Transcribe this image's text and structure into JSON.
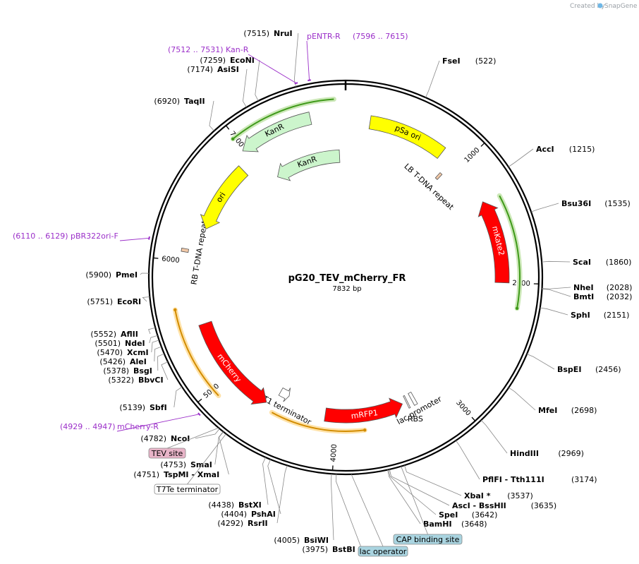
{
  "credit": {
    "prefix": "Created by",
    "brand": "SnapGene"
  },
  "plasmid": {
    "name": "pG20_TEV_mCherry_FR",
    "length": 7832,
    "length_label": "7832 bp"
  },
  "ticks": [
    {
      "pos": 1000,
      "label": "1000"
    },
    {
      "pos": 2000,
      "label": "2000"
    },
    {
      "pos": 3000,
      "label": "3000"
    },
    {
      "pos": 4000,
      "label": "4000"
    },
    {
      "pos": 5000,
      "label": "5000"
    },
    {
      "pos": 6000,
      "label": "6000"
    },
    {
      "pos": 7000,
      "label": "7000"
    }
  ],
  "features": [
    {
      "name": "pSa ori",
      "start": 195,
      "end": 820,
      "strand": 1,
      "color": "#ffff00",
      "shape": "box",
      "text_color": "#000000"
    },
    {
      "name": "LB T-DNA repeat",
      "start": 915,
      "end": 939,
      "strand": 0,
      "color": "#f2c9a8",
      "shape": "box",
      "text_color": "#000000"
    },
    {
      "name": "mKate2",
      "start": 1330,
      "end": 2000,
      "strand": -1,
      "color": "#ff0000",
      "shape": "arrow",
      "text_color": "#ffffff"
    },
    {
      "name": "mRFP1",
      "start": 3390,
      "end": 4100,
      "strand": -1,
      "color": "#ff0000",
      "shape": "arrow",
      "text_color": "#ffffff"
    },
    {
      "name": "RBS",
      "start": 3340,
      "end": 3352,
      "strand": 0,
      "color": "#ffffff",
      "shape": "box",
      "text_color": "#000000"
    },
    {
      "name": "lac promoter",
      "start": 3270,
      "end": 3300,
      "strand": 0,
      "color": "#ffffff",
      "shape": "box",
      "text_color": "#000000"
    },
    {
      "name": "rrnB T1 terminator",
      "start": 4470,
      "end": 4560,
      "strand": -1,
      "color": "#ffffff",
      "shape": "arrow",
      "text_color": "#000000"
    },
    {
      "name": "mCherry",
      "start": 4620,
      "end": 5480,
      "strand": -1,
      "color": "#ff0000",
      "shape": "arrow",
      "text_color": "#ffffff"
    },
    {
      "name": "RB T-DNA repeat",
      "start": 6070,
      "end": 6095,
      "strand": 0,
      "color": "#f2c9a8",
      "shape": "box",
      "text_color": "#000000"
    },
    {
      "name": "ori",
      "start": 6290,
      "end": 6880,
      "strand": -1,
      "color": "#ffff00",
      "shape": "arrow",
      "text_color": "#000000"
    },
    {
      "name": "KanR",
      "start": 6980,
      "end": 7560,
      "strand": -1,
      "color": "#ccf5cc",
      "shape": "arrow",
      "text_color": "#000000"
    },
    {
      "name": "KanR",
      "start": 7090,
      "end": 7770,
      "strand": -1,
      "color": "#ccf5cc",
      "shape": "arrow",
      "text_color": "#000000"
    }
  ],
  "orf_arcs": [
    {
      "start": 1350,
      "end": 2180,
      "strand": 1,
      "color": "#3f9a1a",
      "glow": "#cce8b8"
    },
    {
      "start": 3760,
      "end": 4540,
      "strand": -1,
      "color": "#d28c00",
      "glow": "#ffe2a8"
    },
    {
      "start": 4940,
      "end": 5640,
      "strand": 1,
      "color": "#d28c00",
      "glow": "#ffe2a8"
    },
    {
      "start": 6980,
      "end": 7750,
      "strand": -1,
      "color": "#3f9a1a",
      "glow": "#cce8b8"
    }
  ],
  "site_labels": [
    {
      "name": "FseI",
      "pos_text": "(522)",
      "side": "right"
    },
    {
      "name": "AccI",
      "pos_text": "(1215)",
      "side": "right"
    },
    {
      "name": "Bsu36I",
      "pos_text": "(1535)",
      "side": "right"
    },
    {
      "name": "ScaI",
      "pos_text": "(1860)",
      "side": "right"
    },
    {
      "name": "NheI",
      "pos_text": "(2028)",
      "side": "right"
    },
    {
      "name": "BmtI",
      "pos_text": "(2032)",
      "side": "right"
    },
    {
      "name": "SphI",
      "pos_text": "(2151)",
      "side": "right"
    },
    {
      "name": "BspEI",
      "pos_text": "(2456)",
      "side": "right"
    },
    {
      "name": "MfeI",
      "pos_text": "(2698)",
      "side": "right"
    },
    {
      "name": "HindIII",
      "pos_text": "(2969)",
      "side": "right"
    },
    {
      "name": "PflFI - Tth111I",
      "pos_text": "(3174)",
      "side": "right"
    },
    {
      "name": "XbaI *",
      "pos_text": "(3537)",
      "side": "right"
    },
    {
      "name": "AscI - BssHII",
      "pos_text": "(3635)",
      "side": "right"
    },
    {
      "name": "SpeI",
      "pos_text": "(3642)",
      "side": "right"
    },
    {
      "name": "BamHI",
      "pos_text": "(3648)",
      "side": "right"
    },
    {
      "name": "BstBI",
      "pos_text": "(3975)",
      "side": "left"
    },
    {
      "name": "BsiWI",
      "pos_text": "(4005)",
      "side": "left"
    },
    {
      "name": "RsrII",
      "pos_text": "(4292)",
      "side": "left"
    },
    {
      "name": "PshAI",
      "pos_text": "(4404)",
      "side": "left"
    },
    {
      "name": "BstXI",
      "pos_text": "(4438)",
      "side": "left"
    },
    {
      "name": "TspMI - XmaI",
      "pos_text": "(4751)",
      "side": "left"
    },
    {
      "name": "SmaI",
      "pos_text": "(4753)",
      "side": "left"
    },
    {
      "name": "NcoI",
      "pos_text": "(4782)",
      "side": "left"
    },
    {
      "name": "SbfI",
      "pos_text": "(5139)",
      "side": "left"
    },
    {
      "name": "BbvCI",
      "pos_text": "(5322)",
      "side": "left"
    },
    {
      "name": "BsgI",
      "pos_text": "(5378)",
      "side": "left"
    },
    {
      "name": "AleI",
      "pos_text": "(5426)",
      "side": "left"
    },
    {
      "name": "XcmI",
      "pos_text": "(5470)",
      "side": "left"
    },
    {
      "name": "NdeI",
      "pos_text": "(5501)",
      "side": "left"
    },
    {
      "name": "AflII",
      "pos_text": "(5552)",
      "side": "left"
    },
    {
      "name": "EcoRI",
      "pos_text": "(5751)",
      "side": "left"
    },
    {
      "name": "PmeI",
      "pos_text": "(5900)",
      "side": "left"
    },
    {
      "name": "TaqII",
      "pos_text": "(6920)",
      "side": "left"
    },
    {
      "name": "AsiSI",
      "pos_text": "(7174)",
      "side": "left"
    },
    {
      "name": "EcoNI",
      "pos_text": "(7259)",
      "side": "left"
    },
    {
      "name": "NruI",
      "pos_text": "(7515)",
      "side": "left"
    }
  ],
  "primers": [
    {
      "name": "pENTR-R",
      "pos_text": "(7596 .. 7615)",
      "pos": 7605
    },
    {
      "name": "Kan-R",
      "pos_text": "(7512 .. 7531)",
      "pos": 7521
    },
    {
      "name": "pBR322ori-F",
      "pos_text": "(6110 .. 6129)",
      "pos": 6120
    },
    {
      "name": "mCherry-R",
      "pos_text": "(4929 .. 4947)",
      "pos": 4938
    }
  ],
  "boxed_labels": [
    {
      "name": "TEV site",
      "style": "pink",
      "pos": 4790
    },
    {
      "name": "T7Te terminator",
      "style": "white",
      "pos": 4730
    },
    {
      "name": "CAP binding site",
      "style": "blue",
      "pos": 3560
    },
    {
      "name": "lac operator",
      "style": "blue",
      "pos": 3880
    }
  ]
}
